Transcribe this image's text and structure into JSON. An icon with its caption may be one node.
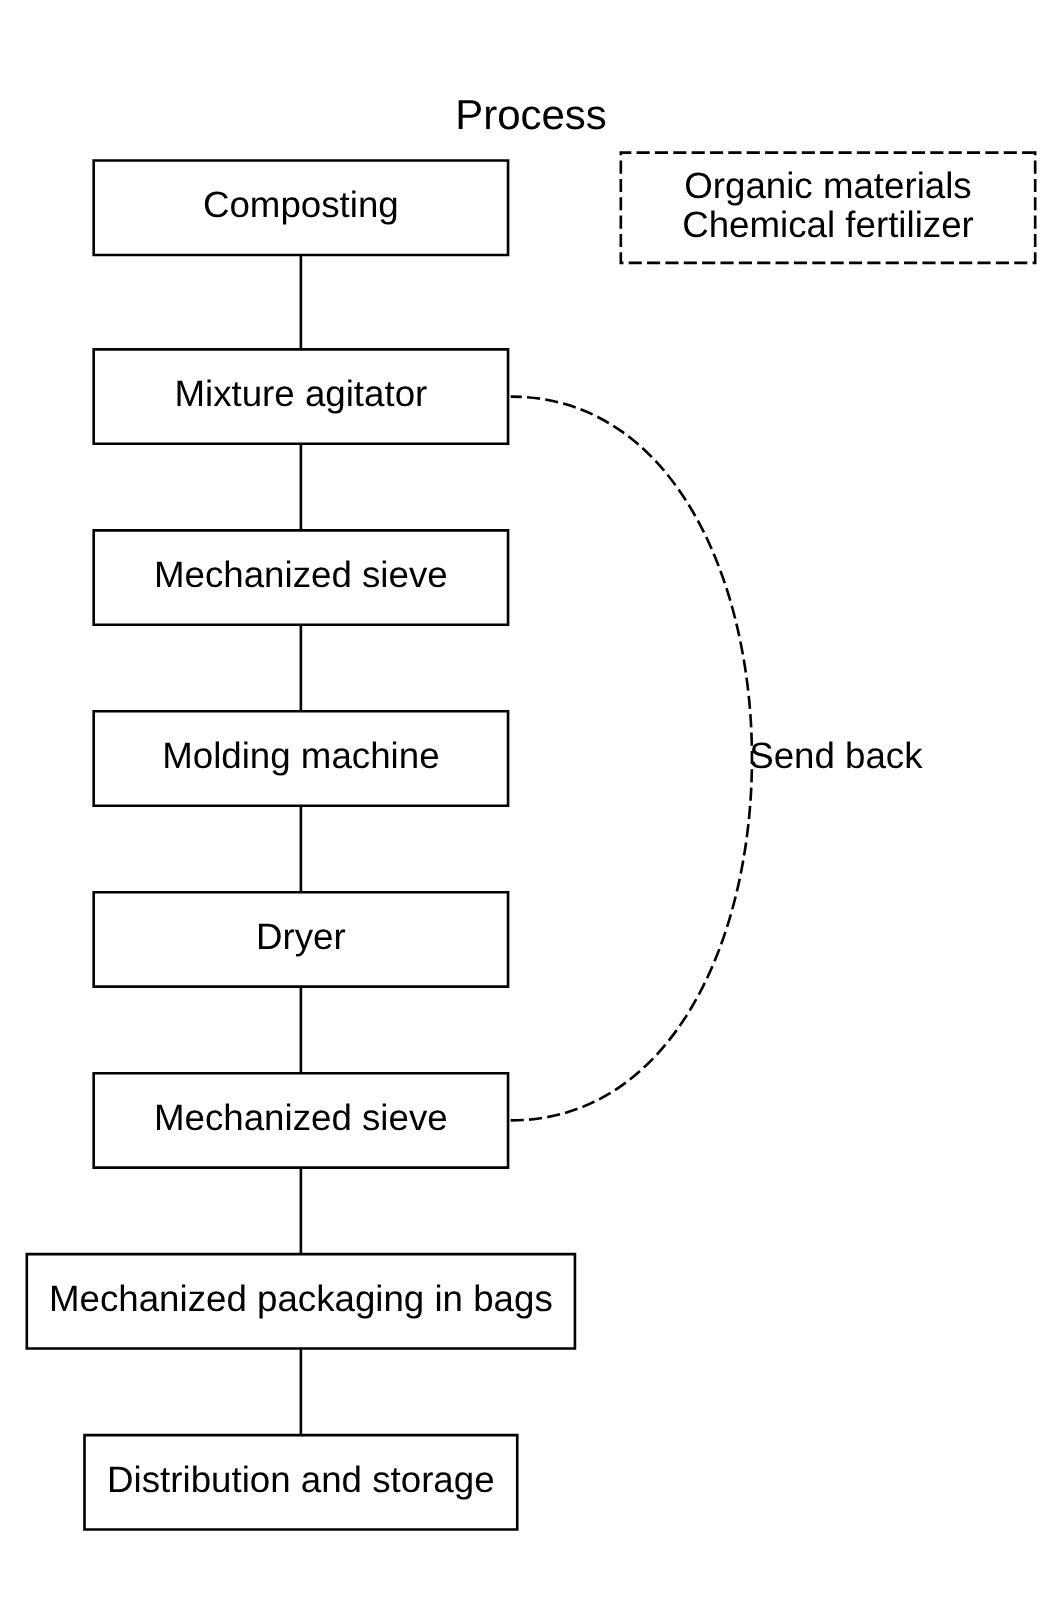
{
  "diagram": {
    "title": "Process",
    "nodes": [
      {
        "text": [
          "Composting"
        ]
      },
      {
        "text": [
          "Organic materials",
          "Chemical fertilizer"
        ]
      },
      {
        "text": [
          "Mixture agitator"
        ]
      },
      {
        "text": [
          "Mechanized sieve"
        ]
      },
      {
        "text": [
          "Molding machine"
        ]
      },
      {
        "text": [
          "Dryer"
        ]
      },
      {
        "text": [
          "Mechanized sieve"
        ]
      },
      {
        "text": [
          "Mechanized packaging in bags"
        ]
      },
      {
        "text": [
          "Distribution and storage"
        ]
      }
    ],
    "edges": [
      {
        "from": 0,
        "to": 2,
        "arrow": "none"
      },
      {
        "from": 2,
        "to": 3,
        "arrow": "none"
      },
      {
        "from": 3,
        "to": 4,
        "arrow": "none"
      },
      {
        "from": 4,
        "to": 5,
        "arrow": "none"
      },
      {
        "from": 5,
        "to": 6,
        "arrow": "none"
      },
      {
        "from": 6,
        "to": 7,
        "arrow": "none"
      },
      {
        "from": 7,
        "to": 8,
        "arrow": "none"
      },
      {
        "from": 6,
        "to": 2,
        "arrow": "none",
        "style": "dashed",
        "label": "Send back"
      }
    ]
  }
}
